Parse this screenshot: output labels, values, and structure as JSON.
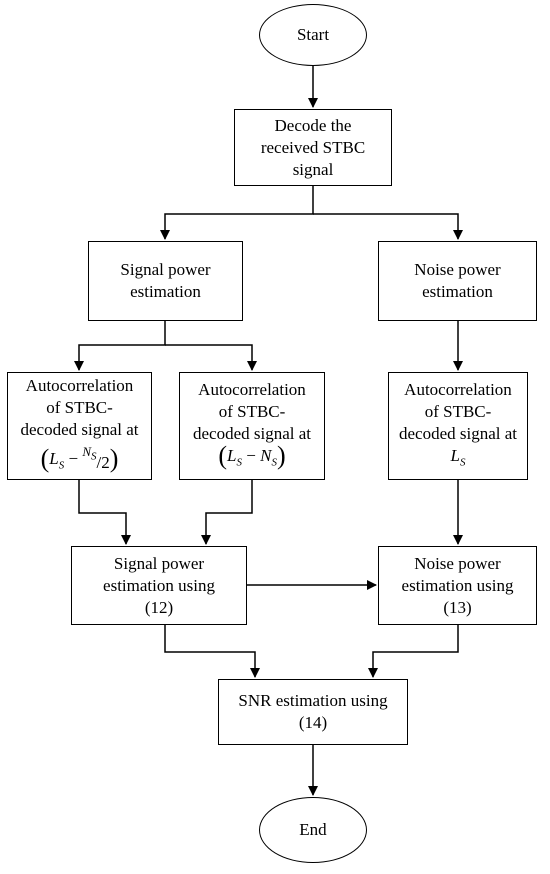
{
  "start": {
    "label": "Start"
  },
  "decode": {
    "lines": [
      "Decode the",
      "received STBC",
      "signal"
    ]
  },
  "signal_power": {
    "lines": [
      "Signal power",
      "estimation"
    ]
  },
  "noise_power": {
    "lines": [
      "Noise power",
      "estimation"
    ]
  },
  "autocorr_1": {
    "lines": [
      "Autocorrelation",
      "of STBC-",
      "decoded signal at"
    ],
    "expr": {
      "L": "L",
      "L_sub": "S",
      "minus": "−",
      "N": "N",
      "N_sub": "S",
      "slash": "/",
      "den": "2"
    }
  },
  "autocorr_2": {
    "lines": [
      "Autocorrelation",
      "of STBC-",
      "decoded signal at"
    ],
    "expr": {
      "L": "L",
      "L_sub": "S",
      "minus": "−",
      "N": "N",
      "N_sub": "S"
    }
  },
  "autocorr_3": {
    "lines": [
      "Autocorrelation",
      "of STBC-",
      "decoded signal at"
    ],
    "expr": {
      "L": "L",
      "L_sub": "S"
    }
  },
  "signal_using": {
    "lines": [
      "Signal power",
      "estimation using",
      "(12)"
    ]
  },
  "noise_using": {
    "lines": [
      "Noise power",
      "estimation using",
      "(13)"
    ]
  },
  "snr": {
    "lines": [
      "SNR estimation using",
      "(14)"
    ]
  },
  "end": {
    "label": "End"
  }
}
